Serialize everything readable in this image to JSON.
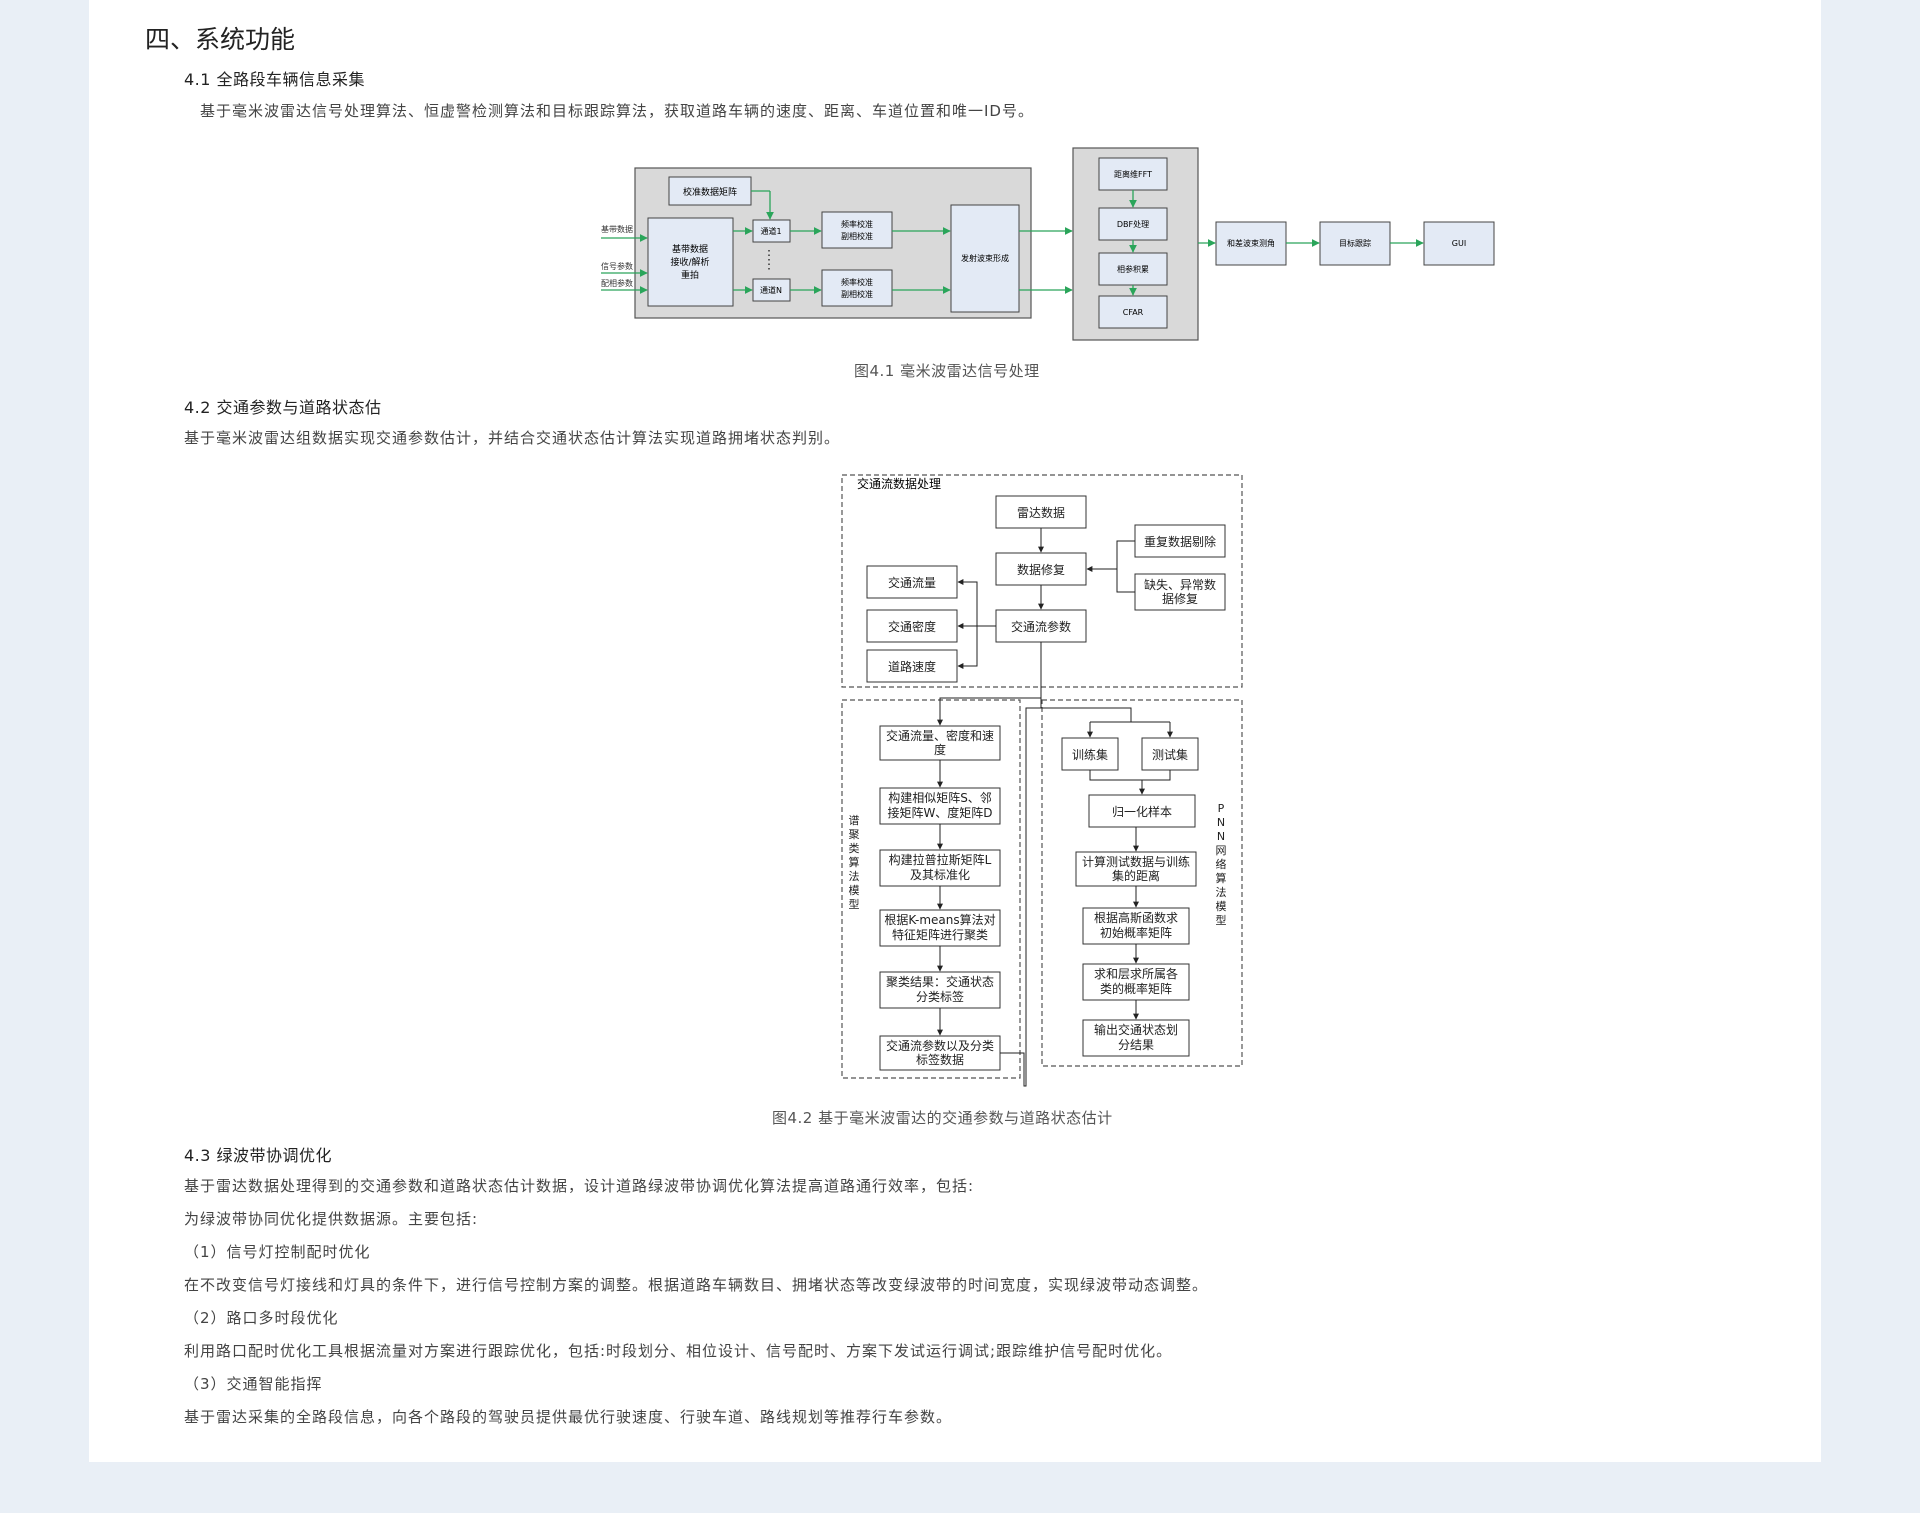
{
  "section": {
    "title": "四、系统功能",
    "s41": {
      "heading": "4.1  全路段车辆信息采集",
      "body": "基于毫米波雷达信号处理算法、恒虚警检测算法和目标跟踪算法，获取道路车辆的速度、距离、车道位置和唯一ID号。",
      "caption": "图4.1 毫米波雷达信号处理"
    },
    "s42": {
      "heading": "4.2  交通参数与道路状态估",
      "body": "基于毫米波雷达组数据实现交通参数估计，并结合交通状态估计算法实现道路拥堵状态判别。",
      "caption": "图4.2 基于毫米波雷达的交通参数与道路状态估计"
    },
    "s43": {
      "heading": "4.3  绿波带协调优化",
      "p1": "基于雷达数据处理得到的交通参数和道路状态估计数据，设计道路绿波带协调优化算法提高道路通行效率，包括:",
      "p2": "为绿波带协同优化提供数据源。主要包括:",
      "i1": "（1）信号灯控制配时优化",
      "p3": "在不改变信号灯接线和灯具的条件下，进行信号控制方案的调整。根据道路车辆数目、拥堵状态等改变绿波带的时间宽度，实现绿波带动态调整。",
      "i2": "（2）路口多时段优化",
      "p4": "利用路口配时优化工具根据流量对方案进行跟踪优化，包括:时段划分、相位设计、信号配时、方案下发试运行调试;跟踪维护信号配时优化。",
      "i3": "（3）交通智能指挥",
      "p5": "基于雷达采集的全路段信息，向各个路段的驾驶员提供最优行驶速度、行驶车道、路线规划等推荐行车参数。"
    }
  },
  "fig1": {
    "in1": "基带数据",
    "in2": "信号参数",
    "in3": "配相参数",
    "calib": "校准数据矩阵",
    "recv": [
      "基带数据",
      "接收/解析",
      "重拍"
    ],
    "ch1": "通道1",
    "chn": "通道N",
    "fc1": [
      "频率校准",
      "副相校准"
    ],
    "fc2": [
      "频率校准",
      "副相校准"
    ],
    "tx": "发射波束形成",
    "fft": "距离维FFT",
    "dbf": "DBF处理",
    "coh": "相参积累",
    "cfar": "CFAR",
    "mono": "和差波束测角",
    "track": "目标跟踪",
    "gui": "GUI"
  },
  "fig2": {
    "region_top": "交通流数据处理",
    "radar": "雷达数据",
    "repair": "数据修复",
    "dup": "重复数据剔除",
    "miss": [
      "缺失、异常数",
      "据修复"
    ],
    "params": "交通流参数",
    "flow": "交通流量",
    "density": "交通密度",
    "speed": "道路速度",
    "left_label": [
      "谱",
      "聚",
      "类",
      "算",
      "法",
      "模",
      "型"
    ],
    "right_label": [
      "P",
      "N",
      "N",
      "网",
      "络",
      "算",
      "法",
      "模",
      "型"
    ],
    "l1": [
      "交通流量、密度和速",
      "度"
    ],
    "l2": [
      "构建相似矩阵S、邻",
      "接矩阵W、度矩阵D"
    ],
    "l3": [
      "构建拉普拉斯矩阵L",
      "及其标准化"
    ],
    "l4": [
      "根据K-means算法对",
      "特征矩阵进行聚类"
    ],
    "l5": [
      "聚类结果：交通状态",
      "分类标签"
    ],
    "l6": [
      "交通流参数以及分类",
      "标签数据"
    ],
    "train": "训练集",
    "test": "测试集",
    "norm": "归一化样本",
    "r1": [
      "计算测试数据与训练",
      "集的距离"
    ],
    "r2": [
      "根据高斯函数求",
      "初始概率矩阵"
    ],
    "r3": [
      "求和层求所属各",
      "类的概率矩阵"
    ],
    "r4": [
      "输出交通状态划",
      "分结果"
    ]
  },
  "colors": {
    "background": "#e9eff6",
    "page": "#ffffff",
    "arrow_green": "#2aa55a",
    "panel_gray": "#d9d9d9",
    "box_blue": "#e3eaf5"
  }
}
